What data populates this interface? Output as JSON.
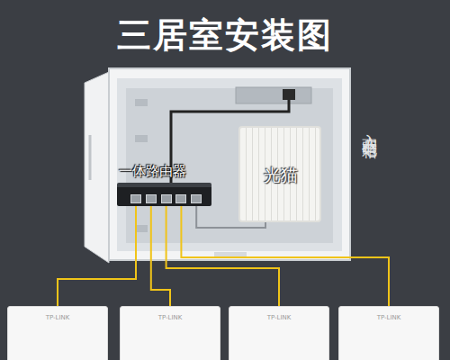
{
  "diagram": {
    "title": "三居室安装图",
    "nodes": [
      {
        "text": [
          "入户弱电箱"
        ]
      },
      {
        "text": [
          "一体路由器"
        ],
        "in": 0
      },
      {
        "text": [
          "光猫"
        ],
        "in": 0
      },
      {
        "text": [
          "TP-LINK"
        ]
      },
      {
        "text": [
          "TP-LINK"
        ]
      },
      {
        "text": [
          "TP-LINK"
        ]
      },
      {
        "text": [
          "TP-LINK"
        ]
      }
    ],
    "edges": [
      {
        "from": 2,
        "to": 1,
        "arrow": "none"
      },
      {
        "from": 1,
        "to": 3,
        "arrow": "none"
      },
      {
        "from": 1,
        "to": 4,
        "arrow": "none"
      },
      {
        "from": 1,
        "to": 5,
        "arrow": "none"
      },
      {
        "from": 1,
        "to": 6,
        "arrow": "none"
      }
    ]
  }
}
